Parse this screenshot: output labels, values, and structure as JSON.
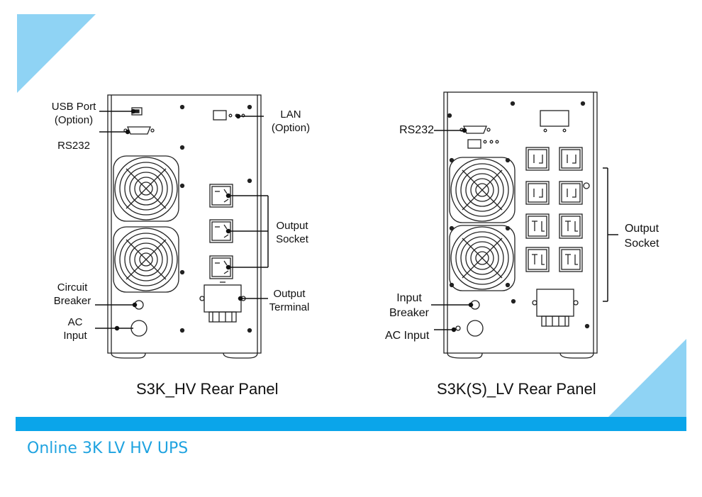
{
  "colors": {
    "accent": "#0aa5ea",
    "triangle": "#8fd3f4",
    "subtitle": "#1fa3e0"
  },
  "left_panel": {
    "title": "S3K_HV Rear Panel",
    "labels": {
      "usb_port": [
        "USB Port",
        "(Option)"
      ],
      "rs232": "RS232",
      "lan": [
        "LAN",
        "(Option)"
      ],
      "output_socket": [
        "Output",
        "Socket"
      ],
      "circuit_breaker": [
        "Circuit",
        "Breaker"
      ],
      "output_terminal": [
        "Output",
        "Terminal"
      ],
      "ac_input": [
        "AC",
        "Input"
      ]
    }
  },
  "right_panel": {
    "title": "S3K(S)_LV Rear Panel",
    "labels": {
      "rs232": "RS232",
      "output_socket": [
        "Output",
        "Socket"
      ],
      "input_breaker": [
        "Input",
        "Breaker"
      ],
      "ac_input": "AC Input"
    }
  },
  "footer": {
    "subtitle": "Online 3K LV HV UPS"
  }
}
